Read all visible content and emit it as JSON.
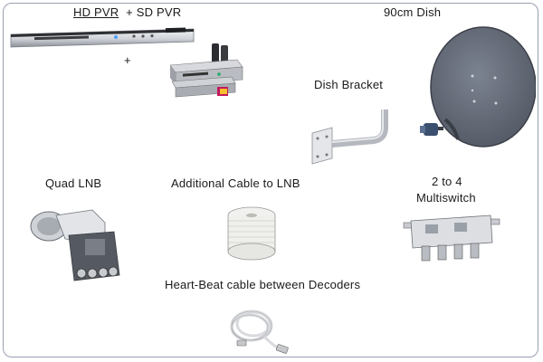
{
  "labels": {
    "hd_pvr": "HD PVR",
    "plus_sd": "+ SD PVR",
    "dish": "90cm Dish",
    "bracket": "Dish Bracket",
    "quad_lnb": "Quad LNB",
    "additional_cable": "Additional Cable to LNB",
    "multiswitch_line1": "2 to 4",
    "multiswitch_line2": "Multiswitch",
    "heartbeat": "Heart-Beat cable between Decoders",
    "plus_sign": "+"
  },
  "icons": {
    "hd_pvr": "hd-pvr-decoder-icon",
    "sd_pvr": "sd-pvr-decoder-icon",
    "dish": "satellite-dish-icon",
    "bracket": "dish-bracket-icon",
    "lnb": "quad-lnb-icon",
    "cable_reel": "cable-reel-icon",
    "multiswitch": "multiswitch-icon",
    "heartbeat_cable": "coaxial-cable-coil-icon"
  },
  "colors": {
    "frame_border": "#9aa0b4",
    "dish_fill": "#5f6673",
    "device_silver": "#d9dbe0"
  }
}
